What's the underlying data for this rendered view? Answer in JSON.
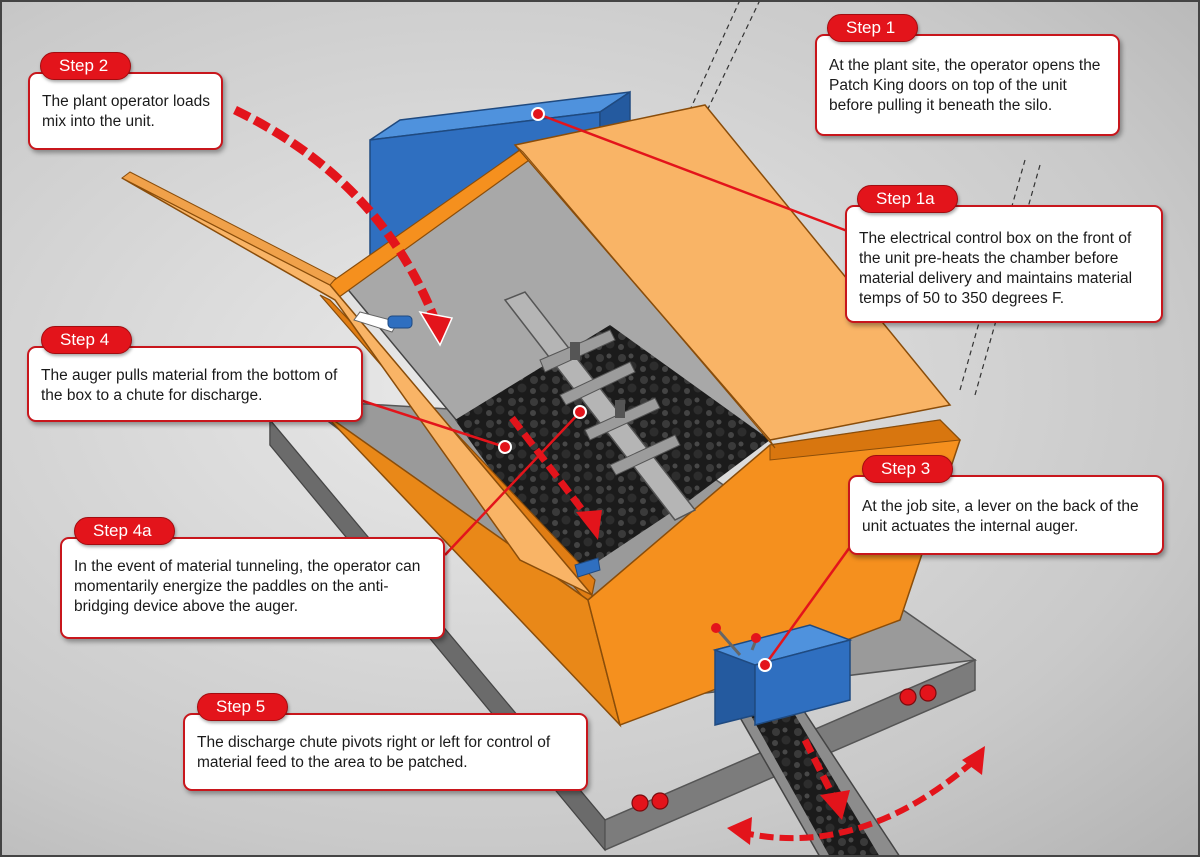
{
  "callouts": {
    "step1": {
      "label": "Step 1",
      "text": "At the plant site, the operator opens the Patch King doors on top of the unit before pulling it beneath the silo."
    },
    "step1a": {
      "label": "Step 1a",
      "text": "The electrical control box on the front of the unit pre-heats the chamber before material delivery and maintains material temps of 50 to 350 degrees F."
    },
    "step2": {
      "label": "Step 2",
      "text": "The plant operator loads mix into the unit."
    },
    "step3": {
      "label": "Step 3",
      "text": "At the job site, a lever on the back of the unit actuates the internal auger."
    },
    "step4": {
      "label": "Step 4",
      "text": "The auger pulls material from the bottom of the box to a chute for discharge."
    },
    "step4a": {
      "label": "Step 4a",
      "text": "In the event of material tunneling, the operator can momentarily energize the paddles on the anti-bridging device above the auger."
    },
    "step5": {
      "label": "Step 5",
      "text": "The discharge chute pivots right or left for control of material feed to the area to be patched."
    }
  },
  "colors": {
    "accent_red": "#e3141b",
    "box_orange": "#f5901e",
    "door_orange": "#f9b466",
    "control_blue": "#2f6fc0",
    "trailer_gray": "#8c8c8c",
    "asphalt": "#1e1e1e"
  }
}
